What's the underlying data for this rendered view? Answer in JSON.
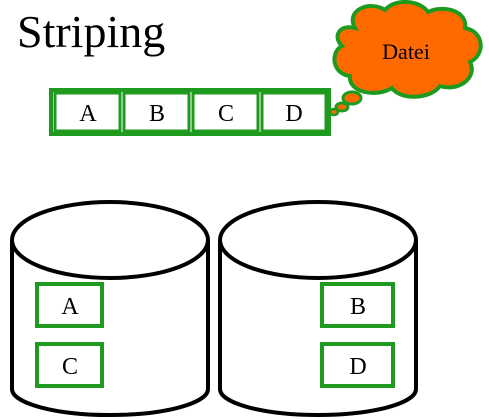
{
  "title": "Striping",
  "file_label": "Datei",
  "file_blocks": [
    "A",
    "B",
    "C",
    "D"
  ],
  "disks": [
    {
      "blocks": [
        "A",
        "C"
      ]
    },
    {
      "blocks": [
        "B",
        "D"
      ]
    }
  ],
  "colors": {
    "block_border": "#1e9a1e",
    "cloud_fill": "#ff6a00",
    "cloud_border": "#1e9a1e",
    "disk_stroke": "#000000"
  }
}
